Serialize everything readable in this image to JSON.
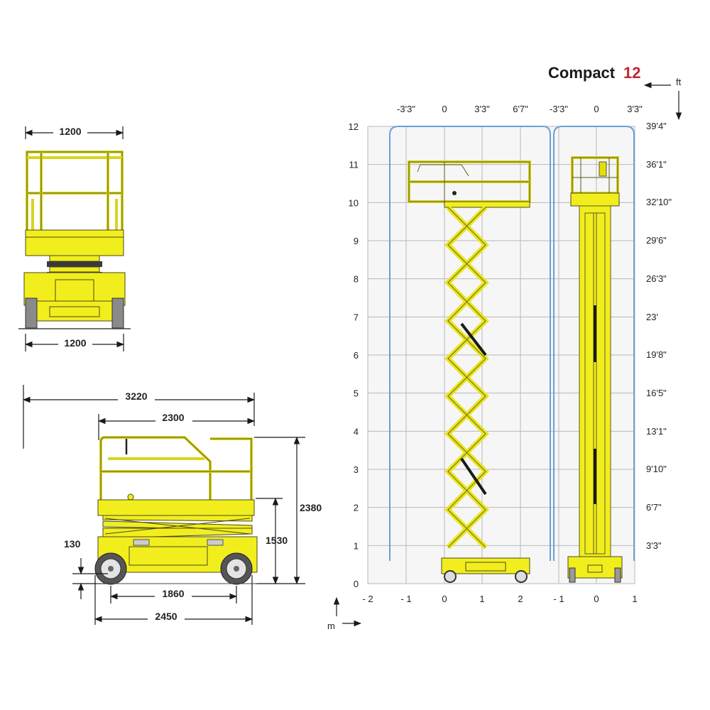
{
  "title": {
    "main": "Compact",
    "number": "12"
  },
  "units": {
    "ft": "ft",
    "m": "m"
  },
  "front_view": {
    "top_width": "1200",
    "base_width": "1200"
  },
  "side_view": {
    "overall_length": "3220",
    "platform_length": "2300",
    "overall_height": "2380",
    "stowed_height": "1530",
    "ground_clearance": "130",
    "wheelbase": "1860",
    "chassis_length": "2450"
  },
  "chart": {
    "ft_x_labels": [
      "-3'3\"",
      "0",
      "3'3\"",
      "6'7\"",
      "-3'3\"",
      "0",
      "3'3\""
    ],
    "m_x_labels": [
      "- 2",
      "- 1",
      "0",
      "1",
      "2",
      "- 1",
      "0",
      "1"
    ],
    "m_y_labels": [
      "0",
      "1",
      "2",
      "3",
      "4",
      "5",
      "6",
      "7",
      "8",
      "9",
      "10",
      "11",
      "12"
    ],
    "ft_y_labels": [
      "3'3\"",
      "6'7\"",
      "9'10\"",
      "13'1\"",
      "16'5\"",
      "19'8\"",
      "23'",
      "26'3\"",
      "29'6\"",
      "32'10\"",
      "36'1\"",
      "39'4\""
    ],
    "colors": {
      "grid": "#b8b8b8",
      "envelope": "#6aa0d8",
      "machine": "#f2ee1e",
      "brand": "#c0272d"
    }
  }
}
